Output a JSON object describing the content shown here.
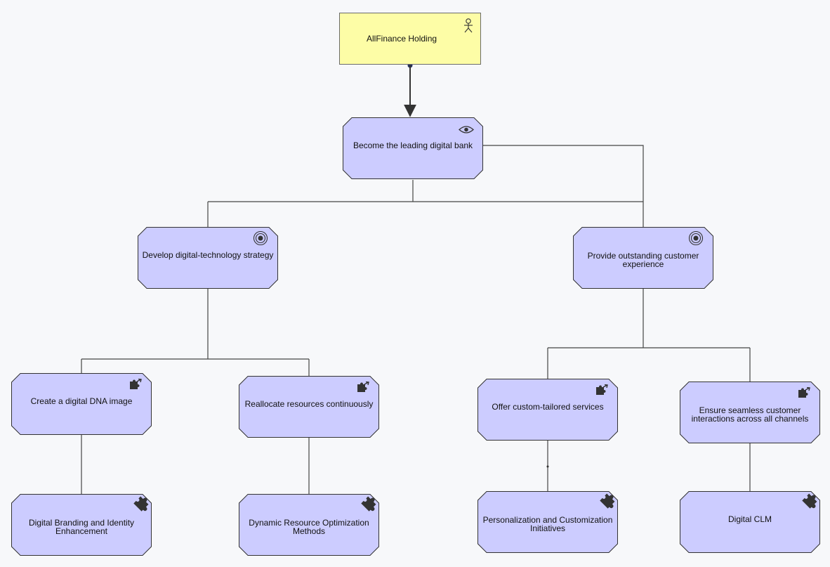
{
  "actor": {
    "label": "AllFinance Holding",
    "icon": "stick-figure-actor-icon",
    "fill": "#fdfda6"
  },
  "vision": {
    "label": "Become the leading digital bank",
    "icon": "eye-icon"
  },
  "goals": [
    {
      "label": "Develop digital-technology strategy",
      "icon": "target-icon"
    },
    {
      "label": "Provide outstanding customer experience",
      "icon": "target-icon"
    }
  ],
  "objectives": [
    {
      "label": "Create a digital DNA image",
      "icon": "puzzle-arrow-icon"
    },
    {
      "label": "Reallocate resources continuously",
      "icon": "puzzle-arrow-icon"
    },
    {
      "label": "Offer custom-tailored services",
      "icon": "puzzle-arrow-icon"
    },
    {
      "label": "Ensure seamless customer interactions across all channels",
      "icon": "puzzle-arrow-icon"
    }
  ],
  "initiatives": [
    {
      "label": "Digital Branding and Identity Enhancement",
      "icon": "puzzle-icon"
    },
    {
      "label": "Dynamic Resource Optimization Methods",
      "icon": "puzzle-icon"
    },
    {
      "label": "Personalization and Customization Initiatives",
      "icon": "puzzle-icon"
    },
    {
      "label": "Digital CLM",
      "icon": "puzzle-icon"
    }
  ],
  "colors": {
    "node_fill": "#ccccff",
    "node_stroke": "#333333",
    "connector": "#333333",
    "canvas": "#f7f8fa"
  }
}
